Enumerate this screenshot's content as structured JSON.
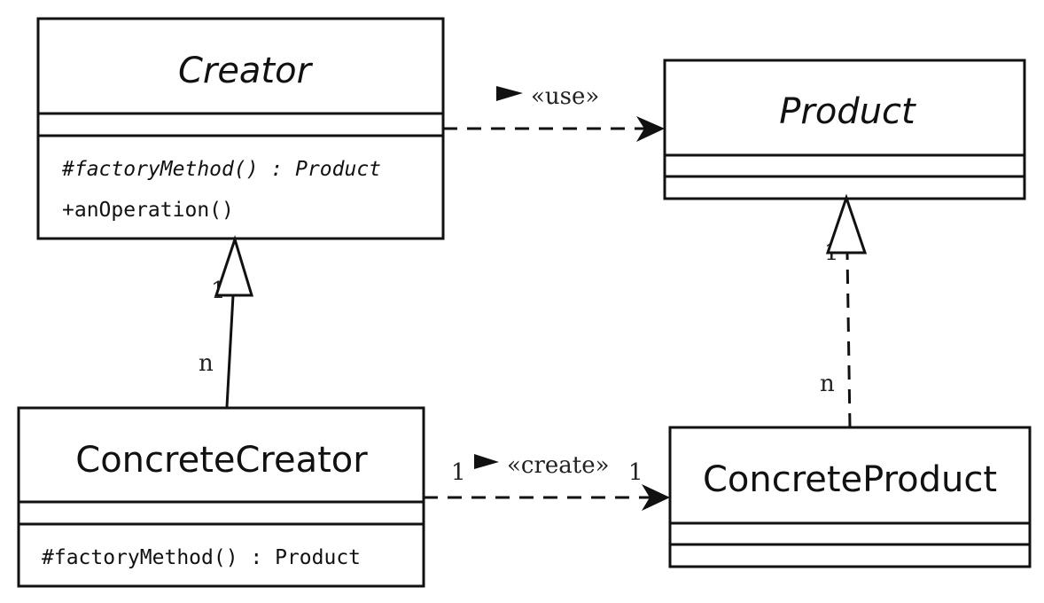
{
  "classes": {
    "creator": {
      "name": "Creator",
      "methods": [
        "#factoryMethod() : Product",
        "+anOperation()"
      ]
    },
    "product": {
      "name": "Product"
    },
    "concrete_creator": {
      "name": "ConcreteCreator",
      "methods": [
        "#factoryMethod() : Product"
      ]
    },
    "concrete_product": {
      "name": "ConcreteProduct"
    }
  },
  "relations": {
    "use": {
      "label": "«use»"
    },
    "create": {
      "label": "«create»",
      "source_multiplicity": "1",
      "target_multiplicity": "1"
    },
    "creator_generalization": {
      "parent_multiplicity": "1",
      "child_multiplicity": "n"
    },
    "product_realization": {
      "parent_multiplicity": "1",
      "child_multiplicity": "n"
    }
  },
  "colors": {
    "stroke": "#111111",
    "background": "#ffffff"
  }
}
